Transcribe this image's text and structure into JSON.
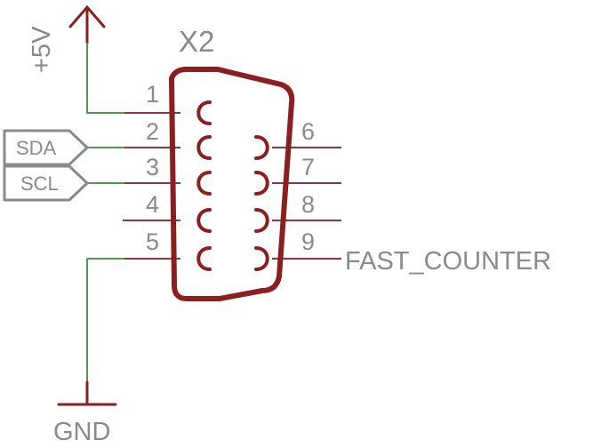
{
  "connector": {
    "name": "X2",
    "pins": [
      {
        "number": "1",
        "net": "+5V"
      },
      {
        "number": "2",
        "net": "SDA"
      },
      {
        "number": "3",
        "net": "SCL"
      },
      {
        "number": "4",
        "net": ""
      },
      {
        "number": "5",
        "net": "GND"
      },
      {
        "number": "6",
        "net": ""
      },
      {
        "number": "7",
        "net": ""
      },
      {
        "number": "8",
        "net": ""
      },
      {
        "number": "9",
        "net": "FAST_COUNTER"
      }
    ]
  },
  "labels": {
    "supply": "+5V",
    "ground": "GND",
    "sda": "SDA",
    "scl": "SCL",
    "fast_counter": "FAST_COUNTER"
  },
  "colors": {
    "connected_wire": "#4f9a4f",
    "pin_wire": "#8b3a3a",
    "part_outline": "#8b1f1f",
    "text": "#8a8a8a"
  }
}
